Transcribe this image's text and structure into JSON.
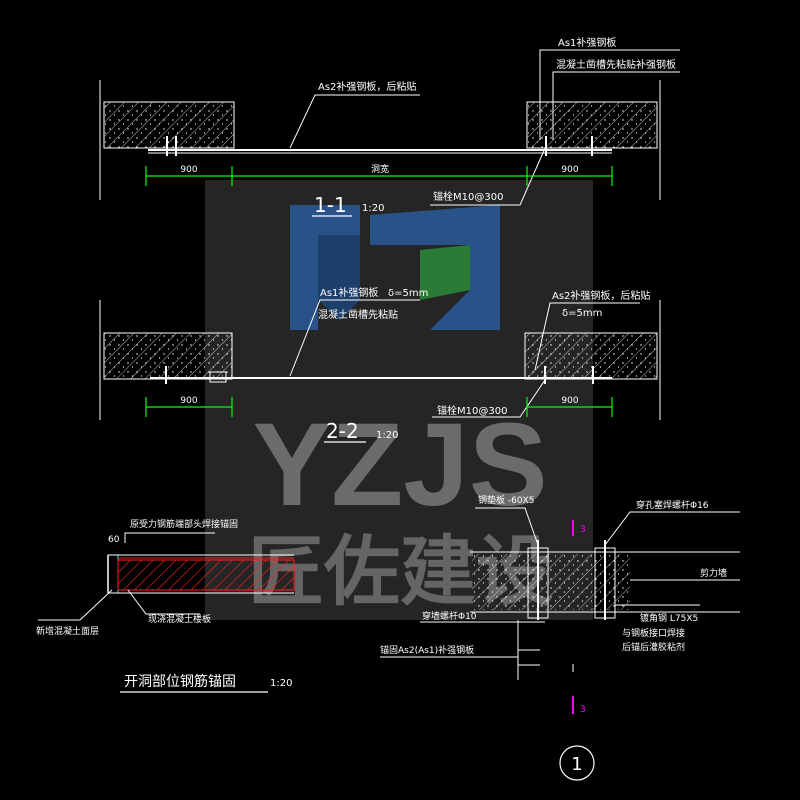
{
  "colors": {
    "background": "#000000",
    "lines": "#ffffff",
    "dimension": "#00ff00",
    "section_mark": "#ff00ff",
    "hatch_red": "#ff2020",
    "cyan": "#00ffff",
    "watermark_gray": "#8a8a8a",
    "watermark_blue": "#2a5a9a",
    "watermark_green": "#2d8a3a"
  },
  "section_1": {
    "label_top_right_1": "As1补强钢板",
    "label_top_right_2": "混凝土凿槽先粘贴补强钢板",
    "label_left": "As2补强钢板，后粘贴",
    "dim_left": "900",
    "dim_mid": "洞宽",
    "dim_right": "900",
    "anchor": "锚栓M10@300",
    "title": "1-1",
    "scale": "1:20"
  },
  "section_2": {
    "label_left_1": "As1补强钢板",
    "label_left_thk": "δ=5mm",
    "label_left_2": "混凝土凿槽先粘贴",
    "label_right_1": "As2补强钢板，后粘贴",
    "label_right_thk": "δ=5mm",
    "dim_left": "900",
    "dim_right": "900",
    "anchor": "锚栓M10@300",
    "title": "2-2",
    "scale": "1:20"
  },
  "detail_left": {
    "label_top": "原受力钢筋端部头焊接锚固",
    "dim": "60",
    "label_left": "新增混凝土面层",
    "label_right": "现浇混凝土楼板",
    "title": "开洞部位钢筋锚固",
    "scale": "1:20"
  },
  "detail_right": {
    "label_plate": "钢垫板 -60X5",
    "label_bolt": "穿孔塞焊螺杆Φ16",
    "label_wall": "剪力墙",
    "label_angle": "镀角钢 L75X5",
    "label_weld_1": "与钢板接口焊接",
    "label_weld_2": "后锚后灌胶粘剂",
    "label_rod": "穿墙螺杆Φ10",
    "label_bottom": "锚固As2(As1)补强钢板",
    "mark_top": "3",
    "mark_bottom": "3",
    "number": "1"
  },
  "watermark": {
    "latin": "YZJS",
    "cjk": "匠佐建设"
  }
}
